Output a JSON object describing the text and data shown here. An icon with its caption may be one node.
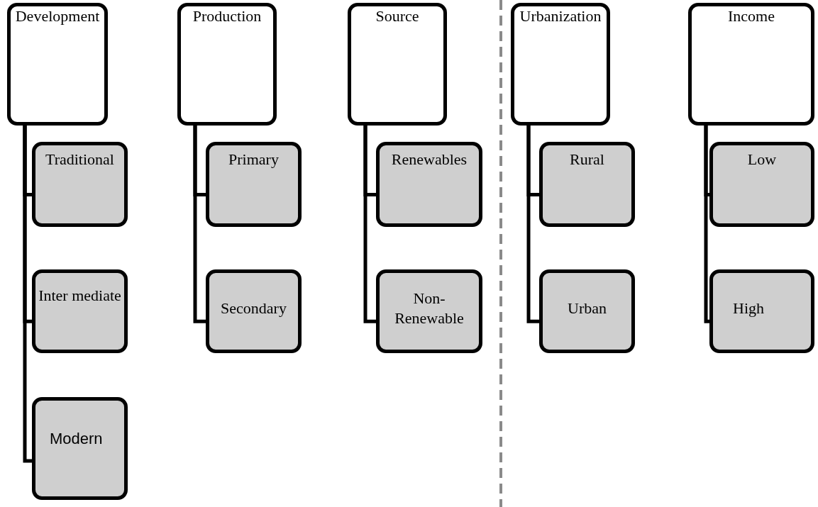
{
  "diagram": {
    "nodes": [
      {
        "text": [
          "Development"
        ]
      },
      {
        "text": [
          "Traditional"
        ]
      },
      {
        "text": [
          "Inter mediate"
        ]
      },
      {
        "text": [
          "Modern"
        ]
      },
      {
        "text": [
          "Production"
        ]
      },
      {
        "text": [
          "Primary"
        ]
      },
      {
        "text": [
          "Secondary"
        ]
      },
      {
        "text": [
          "Source"
        ]
      },
      {
        "text": [
          "Renewables"
        ]
      },
      {
        "text": [
          "Non-Renewable"
        ]
      },
      {
        "text": [
          "Urbanization"
        ]
      },
      {
        "text": [
          "Rural"
        ]
      },
      {
        "text": [
          "Urban"
        ]
      },
      {
        "text": [
          "Income"
        ]
      },
      {
        "text": [
          "Low"
        ]
      },
      {
        "text": [
          "High"
        ]
      }
    ],
    "edges": [
      {
        "from": 0,
        "to": 1,
        "arrow": "none"
      },
      {
        "from": 0,
        "to": 2,
        "arrow": "none"
      },
      {
        "from": 0,
        "to": 3,
        "arrow": "none"
      },
      {
        "from": 4,
        "to": 5,
        "arrow": "none"
      },
      {
        "from": 4,
        "to": 6,
        "arrow": "none"
      },
      {
        "from": 7,
        "to": 8,
        "arrow": "none"
      },
      {
        "from": 7,
        "to": 9,
        "arrow": "none"
      },
      {
        "from": 10,
        "to": 11,
        "arrow": "none"
      },
      {
        "from": 10,
        "to": 12,
        "arrow": "none"
      },
      {
        "from": 13,
        "to": 14,
        "arrow": "none"
      },
      {
        "from": 13,
        "to": 15,
        "arrow": "none"
      }
    ]
  }
}
